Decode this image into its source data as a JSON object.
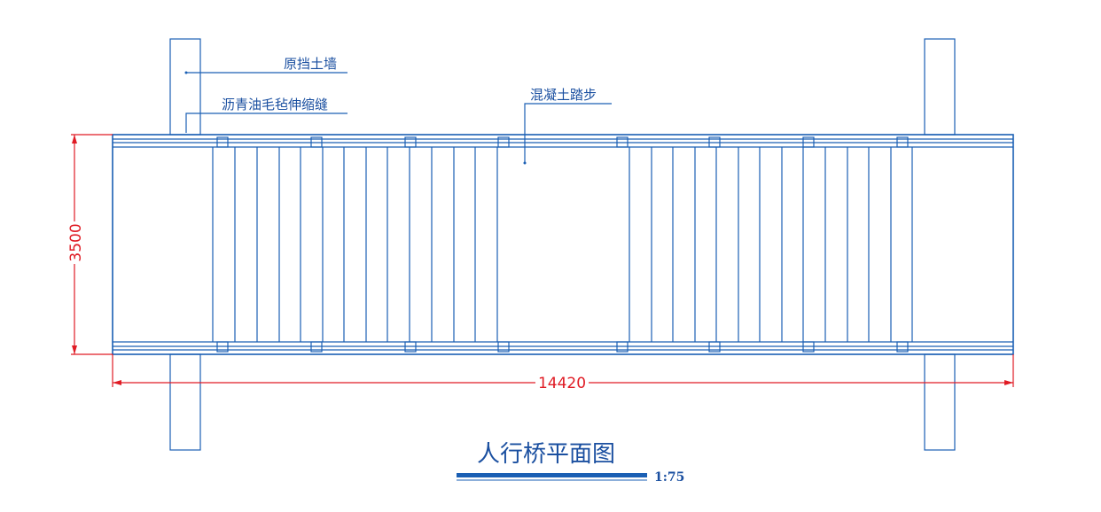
{
  "drawing": {
    "title": "人行桥平面图",
    "scale": "1:75",
    "labels": {
      "retaining_wall": "原挡土墙",
      "expansion_joint": "沥青油毛毡伸缩缝",
      "concrete_step": "混凝土踏步"
    },
    "dimensions": {
      "width": "3500",
      "length": "14420"
    }
  },
  "colors": {
    "linework": "#1a5fb4",
    "dimension": "#e01b24",
    "text": "#1a4fa0"
  }
}
